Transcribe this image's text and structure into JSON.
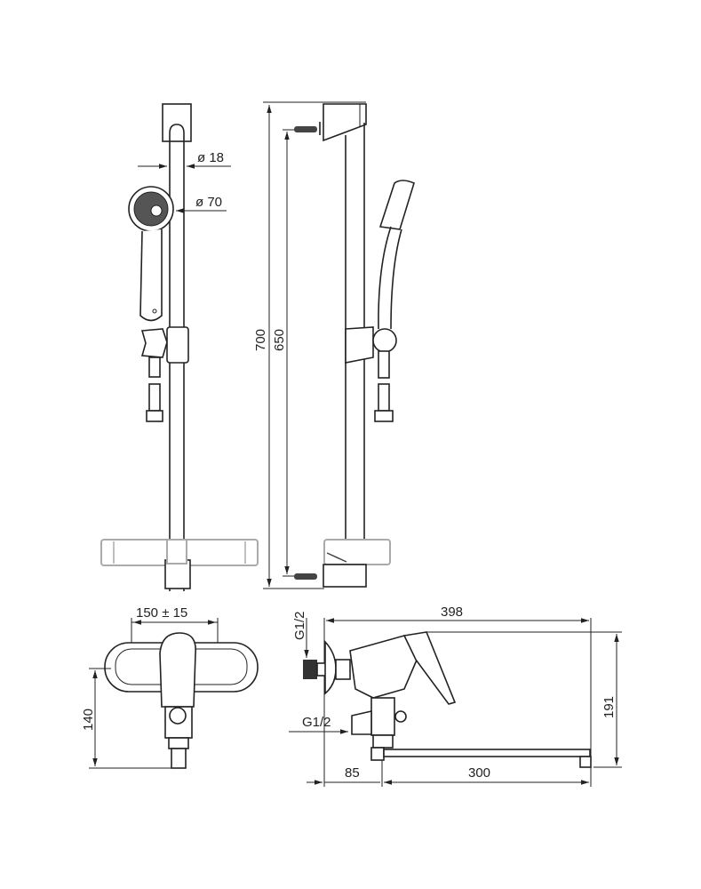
{
  "dimensions": {
    "bar_diameter": "ø 18",
    "head_diameter": "ø 70",
    "rail_total_height": "700",
    "rail_fixing_distance": "650",
    "inlet_spacing": "150 ± 15",
    "mixer_height": "140",
    "inlet_thread_top": "G1/2",
    "inlet_thread_side": "G1/2",
    "total_projection": "398",
    "total_height": "191",
    "wall_to_spout": "85",
    "spout_length": "300"
  }
}
